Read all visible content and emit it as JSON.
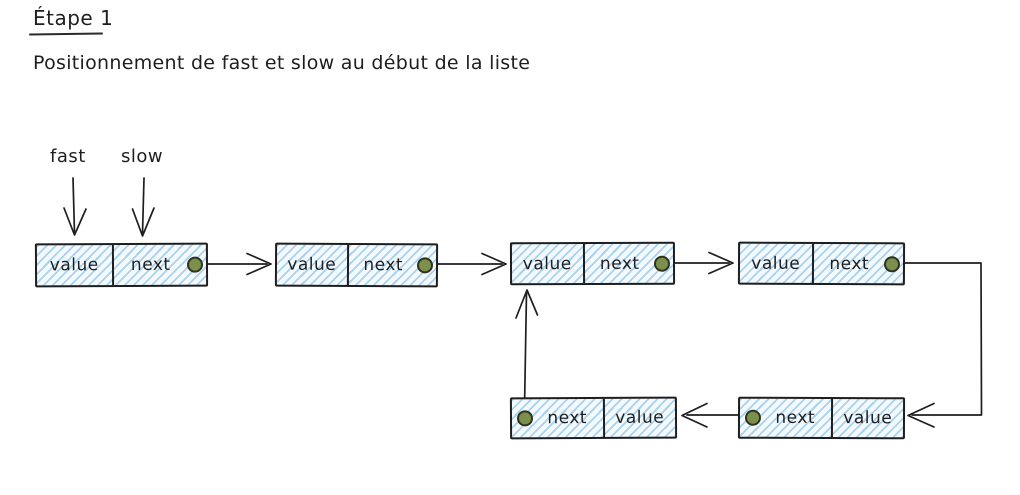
{
  "heading": {
    "title": "Étape 1",
    "subtitle": "Positionnement de fast et slow au début de la liste"
  },
  "pointers": {
    "fast_label": "fast",
    "slow_label": "slow"
  },
  "diagram": {
    "top_row_nodes": [
      {
        "cells": [
          "value",
          "next"
        ],
        "dot_side": "right"
      },
      {
        "cells": [
          "value",
          "next"
        ],
        "dot_side": "right"
      },
      {
        "cells": [
          "value",
          "next"
        ],
        "dot_side": "right"
      },
      {
        "cells": [
          "value",
          "next"
        ],
        "dot_side": "right"
      }
    ],
    "bottom_row_nodes": [
      {
        "cells": [
          "next",
          "value"
        ],
        "dot_side": "left"
      },
      {
        "cells": [
          "next",
          "value"
        ],
        "dot_side": "left"
      }
    ],
    "colors": {
      "stroke": "#1e1e1e",
      "node_fill": "#f3f9fd",
      "node_hatch": "#8ac2e9",
      "pointer_dot": "#7d8f4c",
      "background": "#ffffff"
    }
  }
}
